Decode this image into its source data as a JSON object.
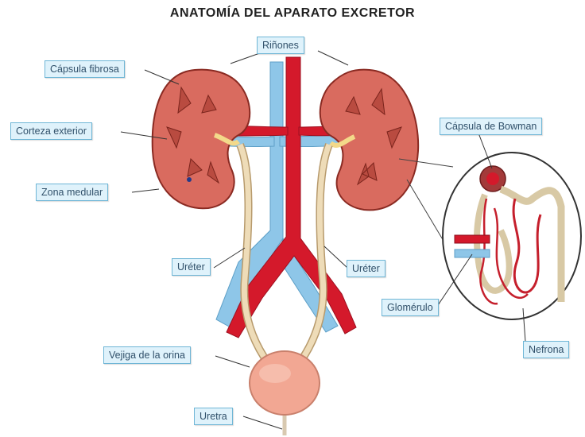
{
  "title": "ANATOMÍA DEL APARATO EXCRETOR",
  "labels": {
    "rinones": "Riñones",
    "capsula_fibrosa": "Cápsula fibrosa",
    "corteza_exterior": "Corteza exterior",
    "zona_medular": "Zona medular",
    "ureter_left": "Uréter",
    "ureter_right": "Uréter",
    "capsula_bowman": "Cápsula de Bowman",
    "glomerulo": "Glomérulo",
    "nefrona": "Nefrona",
    "vejiga": "Vejiga de la orina",
    "uretra": "Uretra"
  },
  "colors": {
    "artery": "#d4192b",
    "vein": "#8ec6e8",
    "kidney": "#d96b5f",
    "ureter": "#eedcb8",
    "bladder": "#f2a793",
    "label_bg": "#dff2fb",
    "label_border": "#6fb6d6"
  }
}
